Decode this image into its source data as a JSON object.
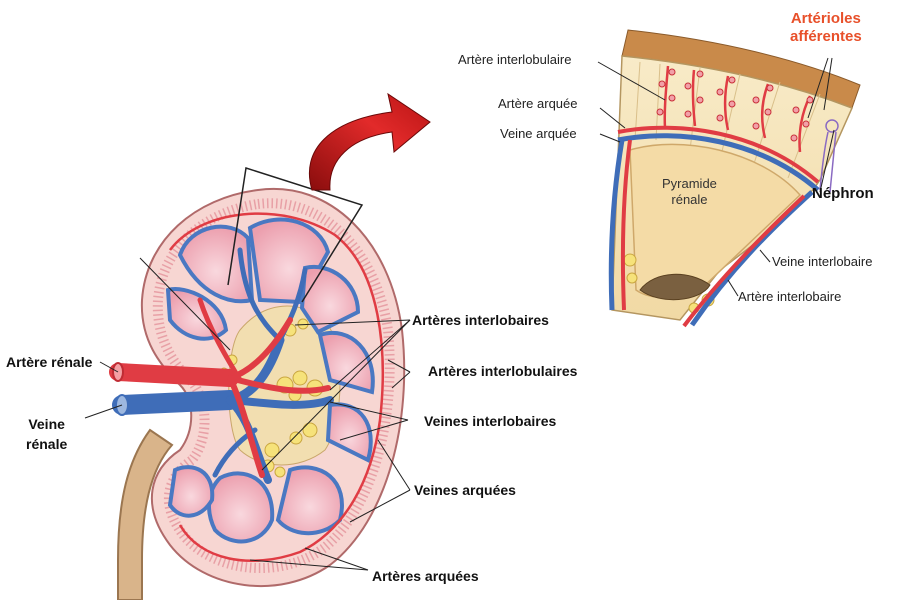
{
  "labels": {
    "artere_renale": "Artère rénale",
    "veine_renale": "Veine\nrénale",
    "arteres_interlobaires": "Artères interlobaires",
    "arteres_interlobulaires": "Artères interlobulaires",
    "veines_interlobaires": "Veines interlobaires",
    "veines_arquees": "Veines arquées",
    "arteres_arquees": "Artères arquées",
    "artere_interlobulaire": "Artère interlobulaire",
    "artere_arquee": "Artère arquée",
    "veine_arquee": "Veine arquée",
    "pyramide_renale": "Pyramide\nrénale",
    "arterioles_afferentes": "Artérioles\nafférentes",
    "nephron": "Néphron",
    "veine_interlobaire": "Veine interlobaire",
    "artere_interlobaire": "Artère interlobaire"
  },
  "colors": {
    "artery": "#e8424a",
    "vein": "#4a78c2",
    "highlight_text": "#e8502a",
    "medulla": "#f2b8c0",
    "cortex": "#f7d6d2",
    "fat": "#f6e27a",
    "section_fill": "#f5e2b8",
    "capsule": "#c98a4a"
  }
}
